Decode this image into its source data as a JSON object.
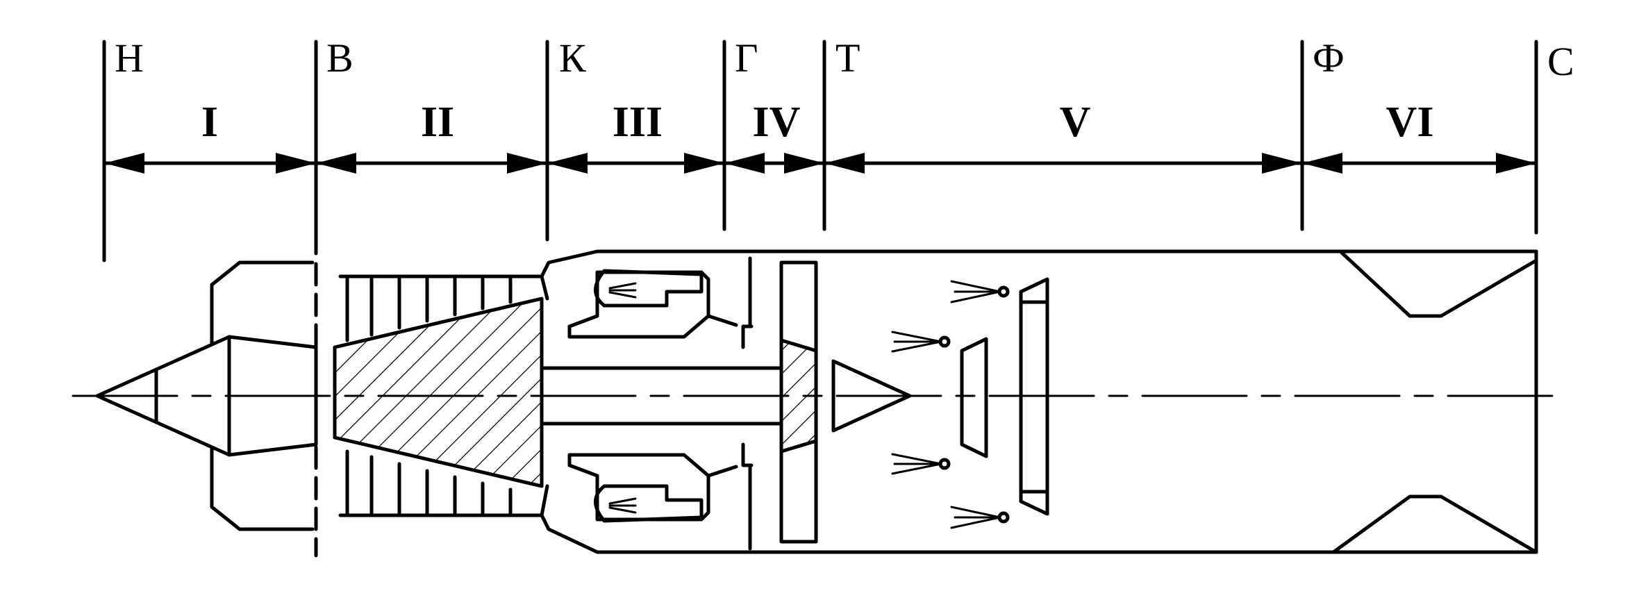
{
  "stations": [
    {
      "id": "H",
      "label": "Н"
    },
    {
      "id": "B",
      "label": "В"
    },
    {
      "id": "K",
      "label": "К"
    },
    {
      "id": "G",
      "label": "Г"
    },
    {
      "id": "T",
      "label": "Т"
    },
    {
      "id": "F",
      "label": "Ф"
    },
    {
      "id": "C",
      "label": "С"
    }
  ],
  "sections": [
    {
      "label": "I"
    },
    {
      "label": "II"
    },
    {
      "label": "III"
    },
    {
      "label": "IV"
    },
    {
      "label": "V"
    },
    {
      "label": "VI"
    }
  ]
}
